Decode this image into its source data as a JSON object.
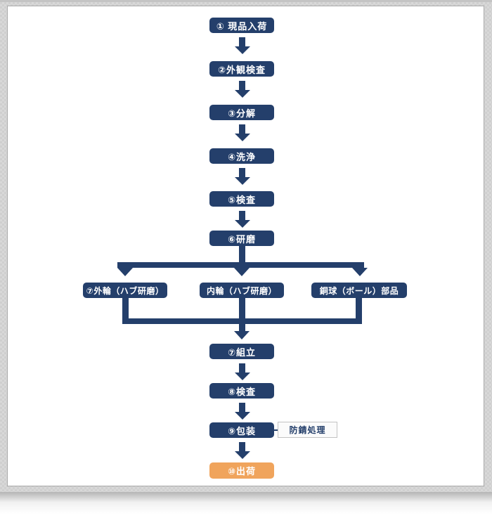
{
  "flow": {
    "title_hint": "process-flowchart",
    "main_steps": [
      "① 現品入荷",
      "②外観検査",
      "③分解",
      "④洗浄",
      "⑤検査",
      "⑥研磨"
    ],
    "branch_steps": [
      "⑦外輪（ハブ研磨）",
      "内輪（ハブ研磨）",
      "銅球（ボール）部品"
    ],
    "post_steps": [
      "⑦組立",
      "⑧検査",
      "⑨包装"
    ],
    "side_note": "防錆処理",
    "final_step": "⑩出荷",
    "colors": {
      "node_navy": "#243f6b",
      "final_orange": "#f0a45c",
      "side_note_bg": "#fbfbfb",
      "canvas_bg": "#ffffff",
      "frame_grey": "#d8d8d8"
    }
  }
}
